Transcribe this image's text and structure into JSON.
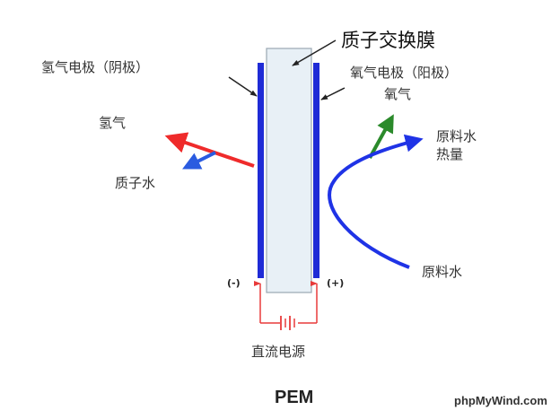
{
  "labels": {
    "membrane": "质子交换膜",
    "hydrogen_electrode": "氢气电极（阴极）",
    "oxygen_electrode": "氧气电极（阳极）",
    "oxygen": "氧气",
    "hydrogen": "氢气",
    "proton_water": "质子水",
    "feed_water_heat": [
      "原料水",
      "热量"
    ],
    "feed_water": "原料水",
    "negative": "(-)",
    "positive": "(+)",
    "dc_power": "直流电源",
    "title": "PEM",
    "watermark": "phpMyWind.com"
  },
  "colors": {
    "electrode": "#1f2bd6",
    "membrane_fill": "#e8f0f6",
    "membrane_border": "#9aa6b2",
    "hydrogen_arrow": "#ef2b2b",
    "water_arrow": "#2a5be0",
    "oxygen_arrow": "#2b8a2b",
    "feed_curve": "#1f33e6",
    "circuit": "#e83a3a",
    "leader": "#222222"
  }
}
